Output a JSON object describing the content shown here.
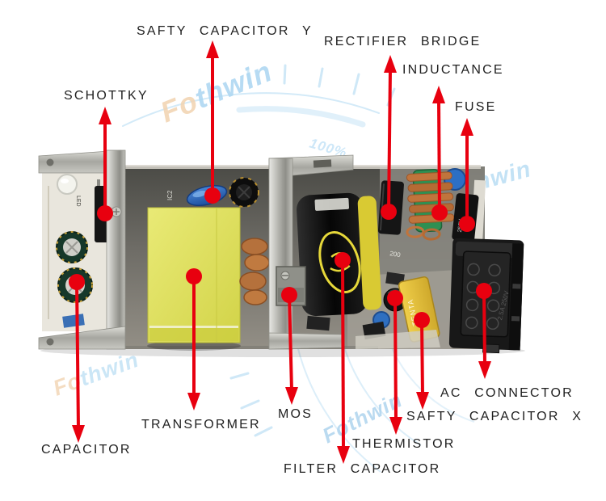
{
  "colors": {
    "annotation_red": "#e8000f",
    "label_text": "#1f1f1f",
    "transformer_yellow": "#d8d957",
    "watermark_blue": "#bfe0f4",
    "watermark_peach": "#f2d4b2"
  },
  "watermark": {
    "fo": "Fo",
    "thwin": "thwin",
    "full": "Fothwin",
    "percent": "100%"
  },
  "pcb_texts": {
    "led": "LED",
    "ic2": "IC2",
    "fuse_rating": "250V",
    "cap_x_brand": "TENTA",
    "ac_rating": "2.5A 250V",
    "silk_200": "200"
  },
  "annotations": {
    "schottky": {
      "label": "SCHOTTKY"
    },
    "safety_cap_y": {
      "label": "SAFTY CAPACITOR Y"
    },
    "rectifier_bridge": {
      "label": "RECTIFIER BRIDGE"
    },
    "inductance": {
      "label": "INDUCTANCE"
    },
    "fuse": {
      "label": "FUSE"
    },
    "capacitor": {
      "label": "CAPACITOR"
    },
    "transformer": {
      "label": "TRANSFORMER"
    },
    "mos": {
      "label": "MOS"
    },
    "filter_capacitor": {
      "label": "FILTER CAPACITOR"
    },
    "thermistor": {
      "label": "THERMISTOR"
    },
    "safety_cap_x": {
      "label": "SAFTY CAPACITOR X"
    },
    "ac_connector": {
      "label": "AC CONNECTOR"
    }
  }
}
